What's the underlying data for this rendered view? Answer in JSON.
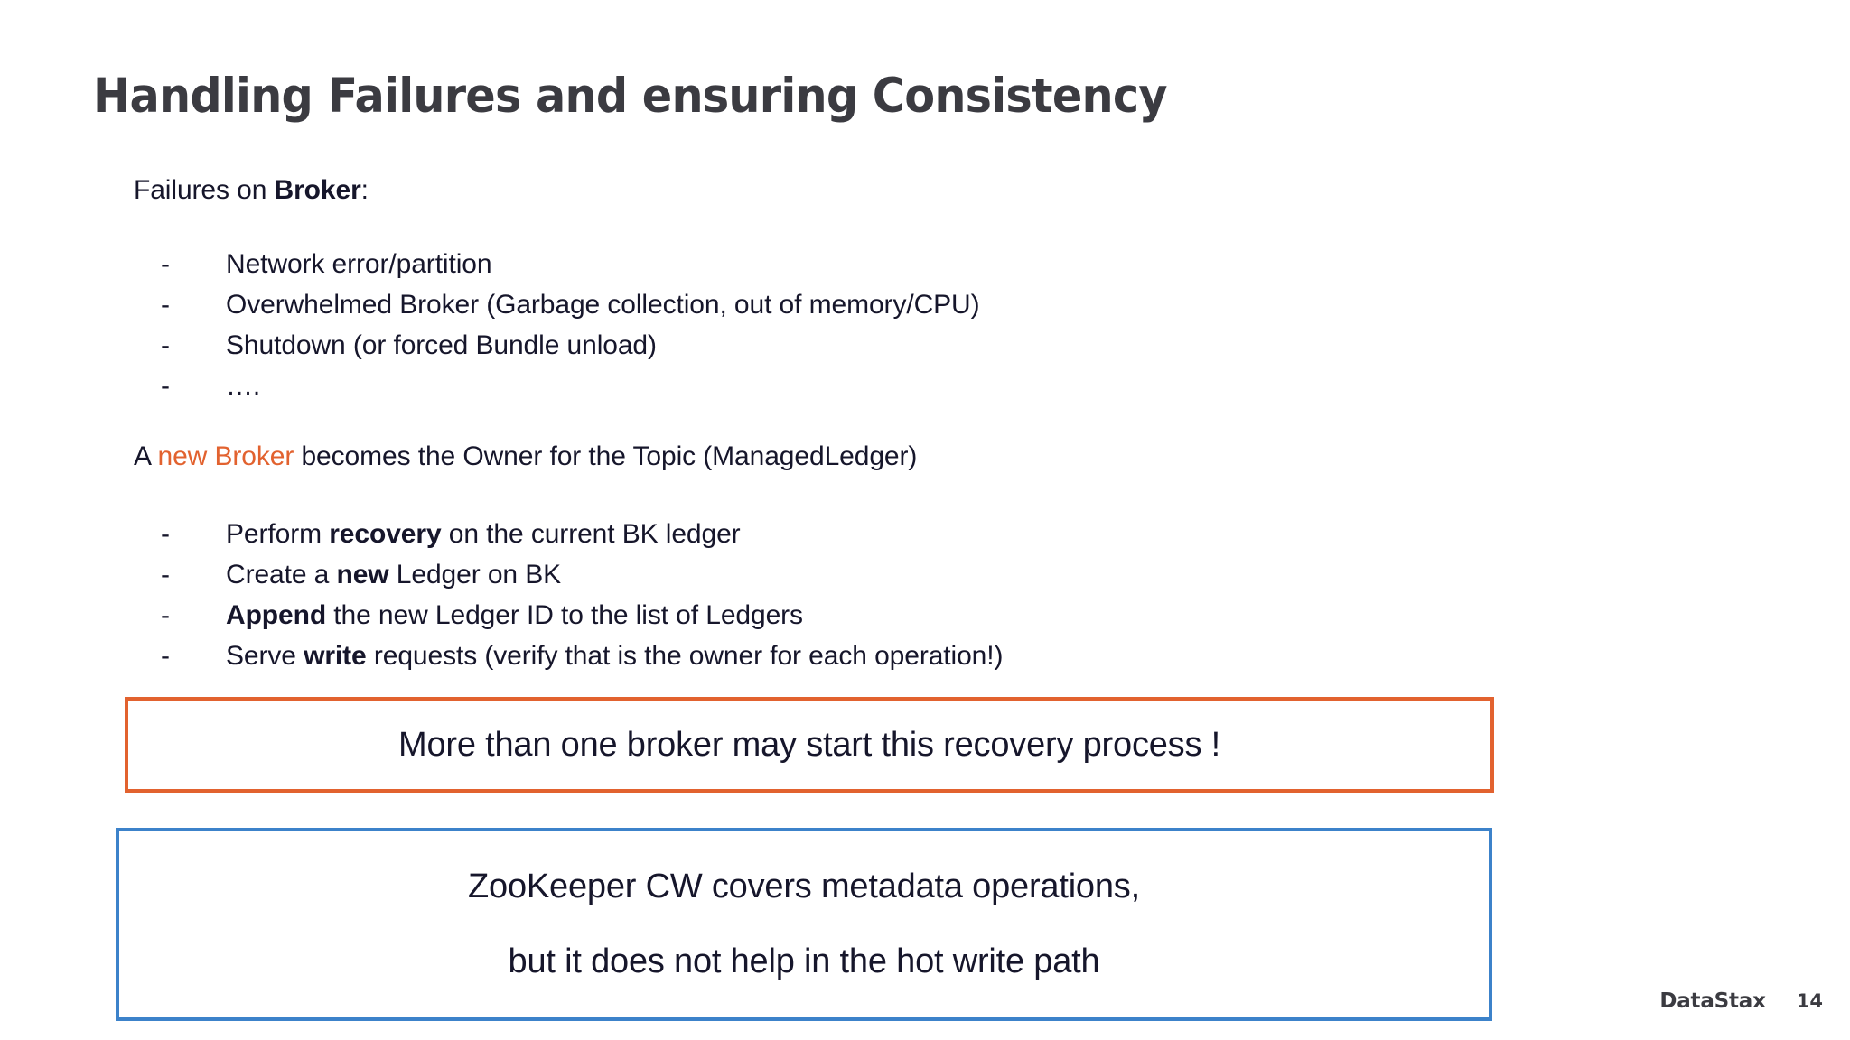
{
  "slide": {
    "title": "Handling Failures and ensuring Consistency",
    "background_color": "#ffffff",
    "title_color": "#3b3b41",
    "body_text_color": "#16162b",
    "accent_orange": "#e2622f",
    "accent_blue": "#3c82ca"
  },
  "section_one": {
    "lead_prefix": "Failures on ",
    "lead_bold": "Broker",
    "lead_suffix": ":",
    "bullet_marker": "-",
    "bullets": [
      {
        "text": "Network error/partition"
      },
      {
        "text": "Overwhelmed Broker (Garbage collection, out of memory/CPU)"
      },
      {
        "text": "Shutdown (or forced Bundle unload)"
      },
      {
        "text": "…."
      }
    ]
  },
  "section_two": {
    "lead_prefix": "A ",
    "lead_accent": "new Broker",
    "lead_suffix": " becomes the Owner for the Topic (ManagedLedger)",
    "bullet_marker": "-",
    "bullets": [
      {
        "pre": "Perform ",
        "bold": "recovery",
        "post": " on the current BK ledger"
      },
      {
        "pre": "Create a ",
        "bold": "new",
        "post": " Ledger on BK"
      },
      {
        "pre": "",
        "bold": "Append",
        "post": " the new Ledger ID to the list of Ledgers"
      },
      {
        "pre": "Serve ",
        "bold": "write",
        "post": " requests (verify that is the owner for each operation!)"
      }
    ]
  },
  "callout_orange": {
    "text": "More than one broker may start this recovery process !",
    "border_color": "#e2622f"
  },
  "callout_blue": {
    "line1": "ZooKeeper CW covers metadata operations,",
    "line2": "but it does not help in the hot write path",
    "border_color": "#3c82ca"
  },
  "footer": {
    "brand": "DataStax",
    "page_number": "14"
  }
}
